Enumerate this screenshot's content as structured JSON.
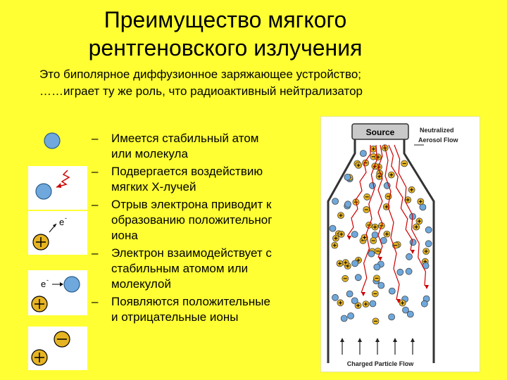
{
  "title_line1": "Преимущество мягкого",
  "title_line2": "рентгеновского излучения",
  "intro_line1": "Это биполярное диффузионное заряжающее устройство;",
  "intro_line2": "……играет ту же роль, что радиоактивный нейтрализатор",
  "bullets": [
    {
      "line1": "Имеется стабильный атом",
      "line2": "или молекула"
    },
    {
      "line1": "Подвергается воздействию",
      "line2": "мягких X-лучей"
    },
    {
      "line1": "Отрыв электрона приводит к",
      "line2": "образованию положительног",
      "line3": "иона"
    },
    {
      "line1": "Электрон взаимодействует с",
      "line2": "стабильным атомом или",
      "line3": "молекулой"
    },
    {
      "line1": "Появляются положительные",
      "line2": "и отрицательные ионы"
    }
  ],
  "bullet_dash": "–",
  "icon_labels": {
    "electron": "e",
    "electron_sup": "-"
  },
  "figure": {
    "source_label": "Source",
    "top_label_line1": "Neutralized",
    "top_label_line2": "Aerosol Flow",
    "bottom_label": "Charged Particle Flow"
  },
  "colors": {
    "background": "#ffff33",
    "atom_fill": "#6fa8dc",
    "ion_fill": "#e6b422",
    "ray": "#cc0000"
  }
}
